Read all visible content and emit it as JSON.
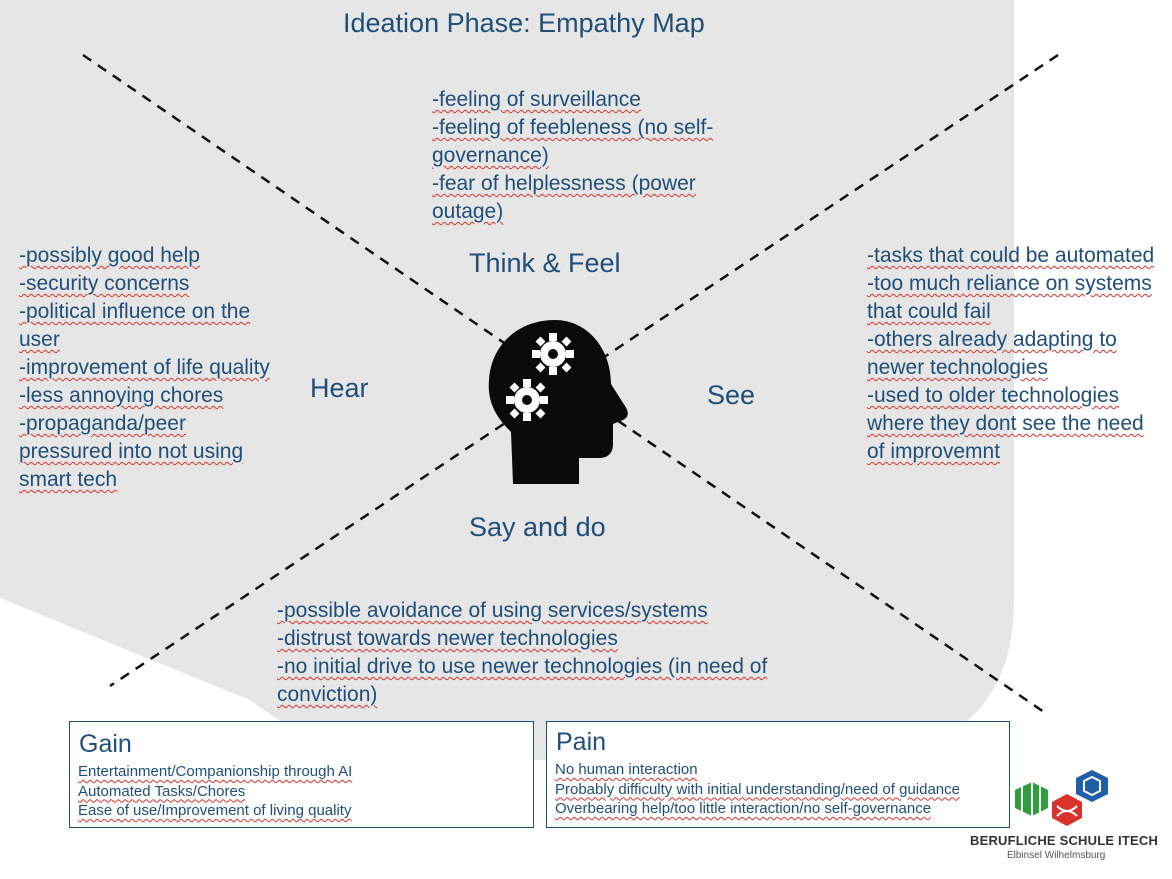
{
  "title": "Ideation Phase: Empathy Map",
  "quadrants": {
    "think_feel": {
      "label": "Think & Feel",
      "items": [
        "-feeling of surveillance",
        "-feeling of feebleness (no self-governance)",
        "-fear of helplessness (power outage)"
      ]
    },
    "hear": {
      "label": "Hear",
      "items": [
        "-possibly good help",
        "-security concerns",
        "-political influence on the user",
        "-improvement of life quality",
        "-less annoying chores",
        "-propaganda/peer pressured into not using smart tech"
      ]
    },
    "see": {
      "label": "See",
      "items": [
        "-tasks that could be automated",
        "-too much reliance on systems that could fail",
        "-others already adapting to newer technologies",
        "-used to older technologies where they dont see the need of improvemnt"
      ]
    },
    "say_do": {
      "label": "Say and do",
      "items": [
        "-possible avoidance of using services/systems",
        "-distrust towards newer technologies",
        "-no initial drive to use newer technologies (in need of conviction)"
      ]
    }
  },
  "gain": {
    "title": "Gain",
    "items": [
      "Entertainment/Companionship through AI",
      "Automated Tasks/Chores",
      "Ease of use/Improvement of living quality"
    ]
  },
  "pain": {
    "title": "Pain",
    "items": [
      "No human interaction",
      "Probably difficulty with initial understanding/need of guidance",
      "Overbearing help/too little interaction/no self-governance"
    ]
  },
  "logo": {
    "name": "BERUFLICHE SCHULE ITECH",
    "subtitle": "Elbinsel Wilhelmsburg",
    "colors": [
      "#2e9e3e",
      "#d9342b",
      "#1f5fa8"
    ]
  },
  "icon": "head-with-gears-icon"
}
